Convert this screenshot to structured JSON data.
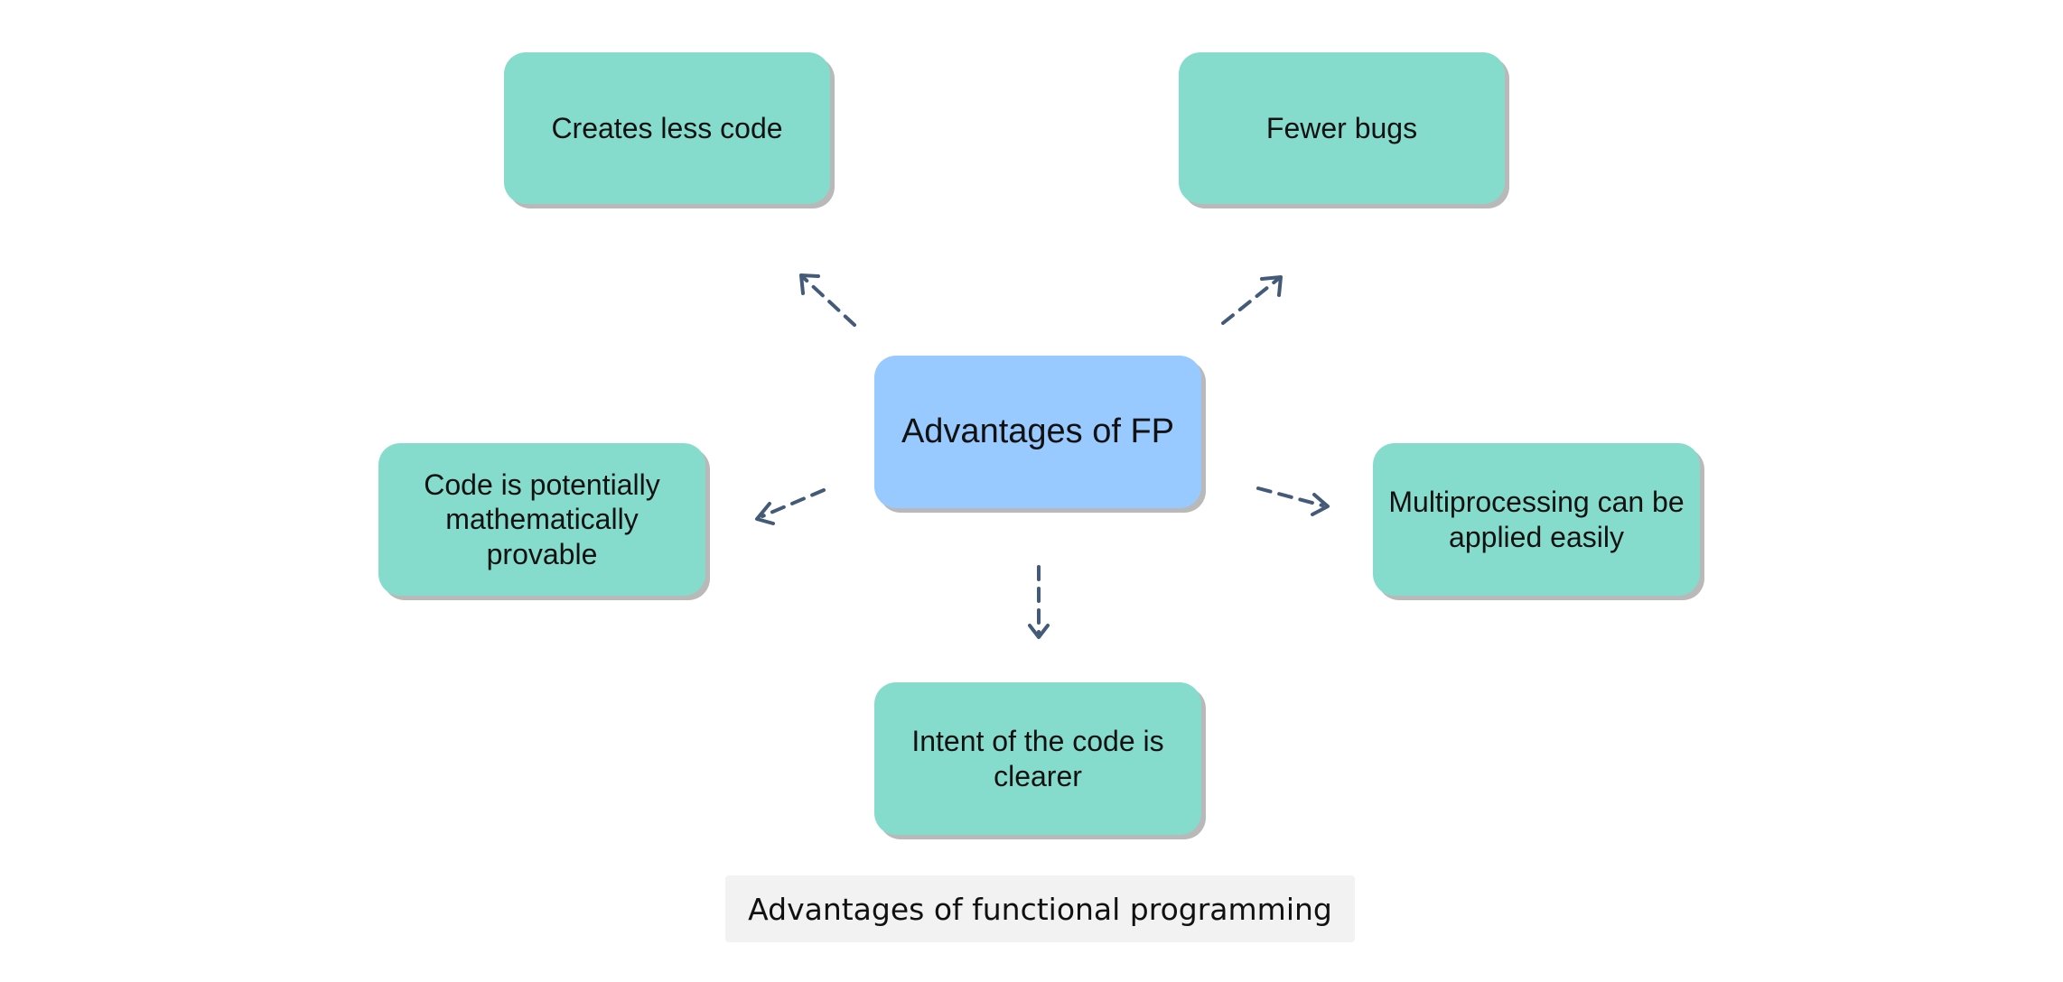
{
  "diagram": {
    "center": {
      "label": "Advantages of FP"
    },
    "nodes": [
      {
        "id": "creates-less-code",
        "label": "Creates less code"
      },
      {
        "id": "fewer-bugs",
        "label": "Fewer bugs"
      },
      {
        "id": "mathematically-provable",
        "label": "Code is potentially\nmathematically\nprovable"
      },
      {
        "id": "multiprocessing",
        "label": "Multiprocessing can be\napplied easily"
      },
      {
        "id": "intent-clearer",
        "label": "Intent of the code is\nclearer"
      }
    ],
    "caption": "Advantages of functional programming",
    "colors": {
      "leaf_fill": "#86dccc",
      "center_fill": "#99caff",
      "arrow": "#435a78",
      "caption_bg": "#f2f2f2"
    }
  }
}
